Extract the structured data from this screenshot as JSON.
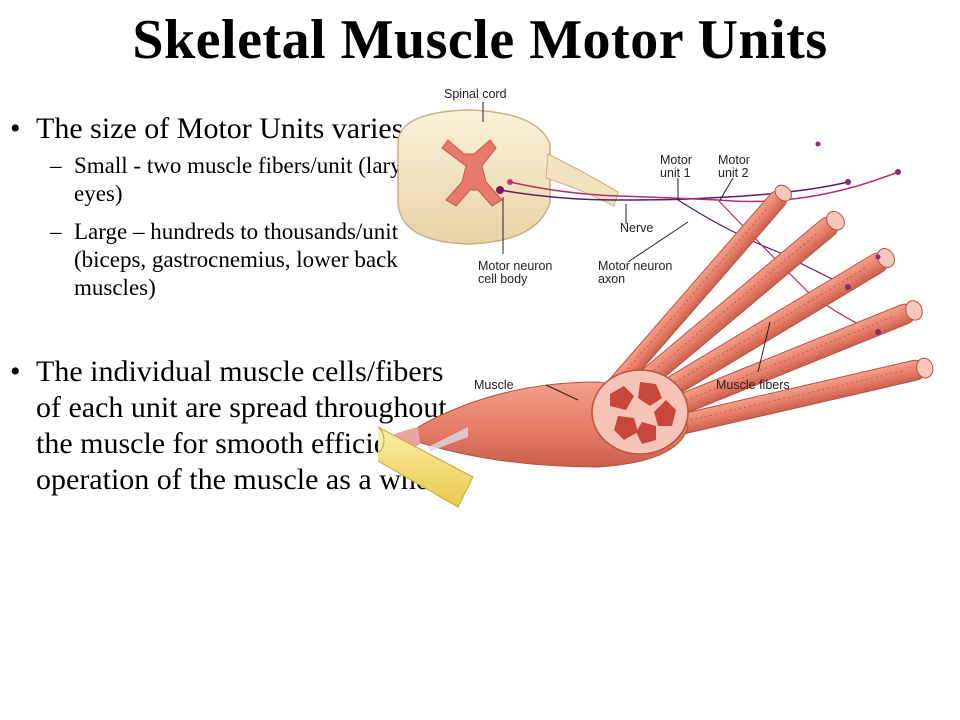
{
  "slide": {
    "title": "Skeletal Muscle Motor Units",
    "bullet1": {
      "text": "The size of Motor Units varies:",
      "sub1": "Small - two muscle fibers/unit (larynx, eyes)",
      "sub2": "Large – hundreds to thousands/unit (biceps, gastrocnemius, lower back muscles)"
    },
    "bullet2": {
      "text": "The individual muscle cells/fibers of each unit are spread throughout the muscle for smooth efficient operation of the muscle as a whole"
    },
    "bullet_symbol": "•",
    "dash_symbol": "–"
  },
  "figure": {
    "labels": {
      "spinal_cord": "Spinal cord",
      "motor_unit_1_l1": "Motor",
      "motor_unit_1_l2": "unit 1",
      "motor_unit_2_l1": "Motor",
      "motor_unit_2_l2": "unit 2",
      "nerve": "Nerve",
      "cell_body_l1": "Motor neuron",
      "cell_body_l2": "cell body",
      "axon_l1": "Motor neuron",
      "axon_l2": "axon",
      "muscle": "Muscle",
      "muscle_fibers": "Muscle fibers"
    },
    "colors": {
      "muscle": "#e8806a",
      "fiber_dark": "#c85a48",
      "cord": "#f3e4c3",
      "grey_matter": "#e87a63",
      "tendon": "#f7e27a",
      "axon_1": "#5a1a6a",
      "axon_2": "#b0306a"
    }
  }
}
